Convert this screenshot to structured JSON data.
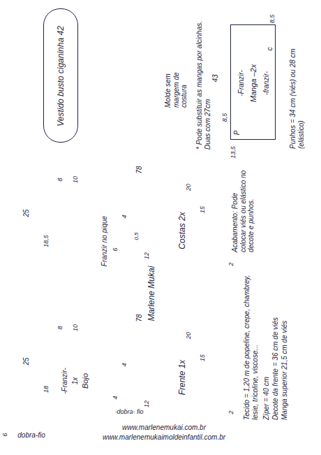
{
  "diagram": {
    "nodes": [
      {
        "text": [
          "Vestido busto ciganinha 42"
        ]
      },
      {
        "text": [
          "Franzir no pique",
          "Costas 2x"
        ]
      },
      {
        "text": [
          "Frente 1x"
        ]
      },
      {
        "text": [
          "-Franzir-",
          "1x",
          "Bojo"
        ],
        "in": 2
      },
      {
        "text": [
          "-Franzir-",
          "Manga –2x",
          "-franzir-"
        ]
      }
    ],
    "labels": [
      "Molde sem margem de costura",
      "* Pode substituir as mangas por alcinhas. Duas com 27cm",
      "8,5",
      "c",
      "43",
      "8,5",
      "P",
      "13,5",
      "Punhos = 34 cm (viés) ou 28 cm (elástico)",
      "Acabamento: Pode colocar viés ou elástico no decote e punhos.",
      "Tecido = 1,20 m de popeline, crepe, chambrey, lesie, tricoline, viscose...",
      "Zíper = 40 cm",
      "Decote da frente = 36 cm de viés",
      "Manga superior 21,5 cm de viés",
      "www.marlenemukai.com.br",
      "www.marlenemukaimoldeinfantil.com.br",
      "Marlene Mukai",
      "25",
      "18,5",
      "8",
      "10",
      "78",
      "20",
      "15",
      "2",
      "4",
      "0,5",
      "6",
      "12",
      "25",
      "18",
      "6",
      "8",
      "10",
      "78",
      "20",
      "15",
      "2",
      "4",
      "4",
      "12",
      "dobra-fio",
      "-dobra- fio"
    ]
  }
}
